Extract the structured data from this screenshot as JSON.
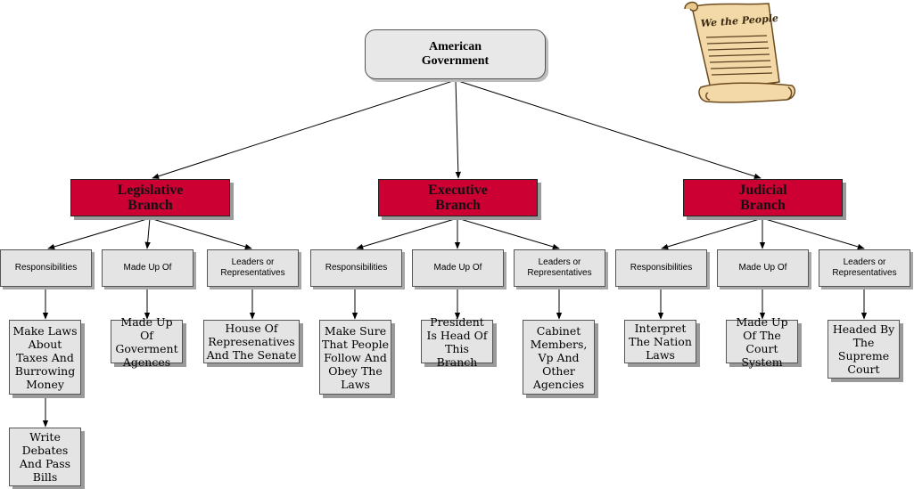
{
  "root": {
    "label": "American\nGovernment"
  },
  "branches": [
    {
      "name": "Legislative\nBranch",
      "categories": [
        {
          "label": "Responsibilities",
          "items": [
            "Make Laws About Taxes And Burrowing Money",
            "Write Debates And Pass Bills"
          ]
        },
        {
          "label": "Made Up Of",
          "items": [
            "Made Up Of Goverment Agences"
          ]
        },
        {
          "label": "Leaders or\nRepresentatives",
          "items": [
            "House Of Represenatives And The Senate"
          ]
        }
      ]
    },
    {
      "name": "Executive\nBranch",
      "categories": [
        {
          "label": "Responsibilities",
          "items": [
            "Make Sure That People Follow And Obey The Laws"
          ]
        },
        {
          "label": "Made Up Of",
          "items": [
            "President Is Head Of This Branch"
          ]
        },
        {
          "label": "Leaders or\nRepresentatives",
          "items": [
            "Cabinet Members, Vp And Other Agencies"
          ]
        }
      ]
    },
    {
      "name": "Judicial\nBranch",
      "categories": [
        {
          "label": "Responsibilities",
          "items": [
            "Interpret The Nation Laws"
          ]
        },
        {
          "label": "Made Up Of",
          "items": [
            "Made Up Of The Court System"
          ]
        },
        {
          "label": "Leaders or\nRepresentatives",
          "items": [
            "Headed By The Supreme Court"
          ]
        }
      ]
    }
  ],
  "decoration": {
    "scroll_icon": "constitution-scroll-icon",
    "scroll_text": "We the People"
  },
  "colors": {
    "branch_fill": "#cc0033",
    "box_fill": "#e4e4e4",
    "root_fill": "#e8e8e8"
  }
}
